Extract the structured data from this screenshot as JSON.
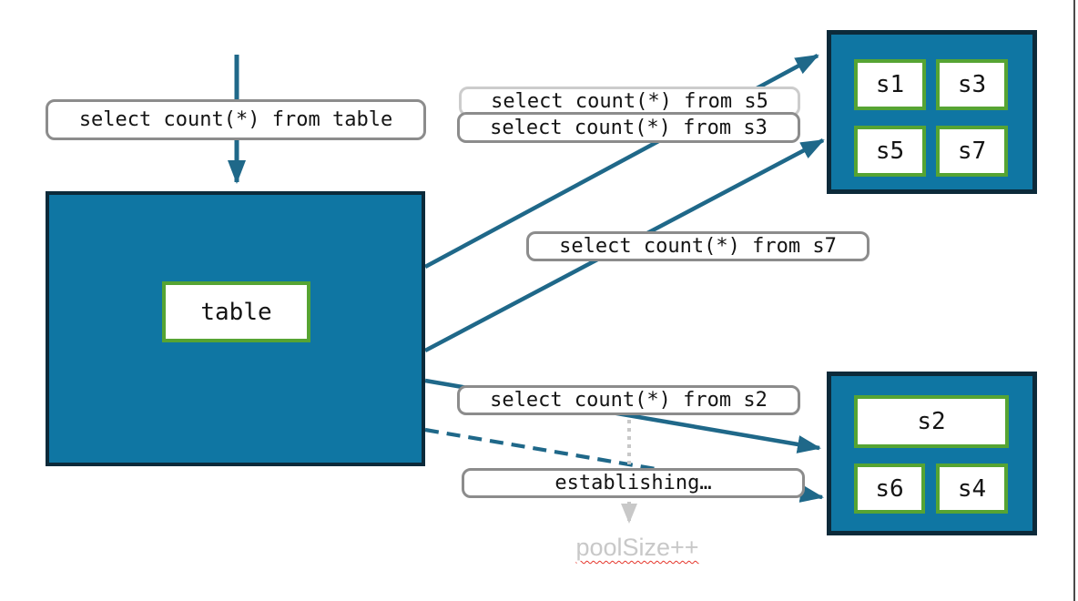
{
  "diagram": {
    "title_hint": "connection pool query fan-out diagram",
    "main_box": {
      "label": "table"
    },
    "pool_top": {
      "slots": [
        "s1",
        "s3",
        "s5",
        "s7"
      ]
    },
    "pool_bottom": {
      "wide_slot": "s2",
      "slots": [
        "s6",
        "s4"
      ]
    },
    "labels": {
      "table_query": "select count(*) from table",
      "s5_query": "select count(*) from s5",
      "s3_query": "select count(*) from s3",
      "s7_query": "select count(*) from s7",
      "s2_query": "select count(*) from s2",
      "establishing": "establishing…",
      "pool_size": "poolSize++"
    },
    "colors": {
      "teal_fill": "#0f76a3",
      "teal_border": "#0c2a3a",
      "green_border": "#56a433",
      "arrow": "#1f6889",
      "label_border": "#8c8c8c",
      "label_border_light": "#cccccc",
      "muted_text": "#c8c8c8",
      "spellcheck_red": "#e5352b"
    }
  }
}
